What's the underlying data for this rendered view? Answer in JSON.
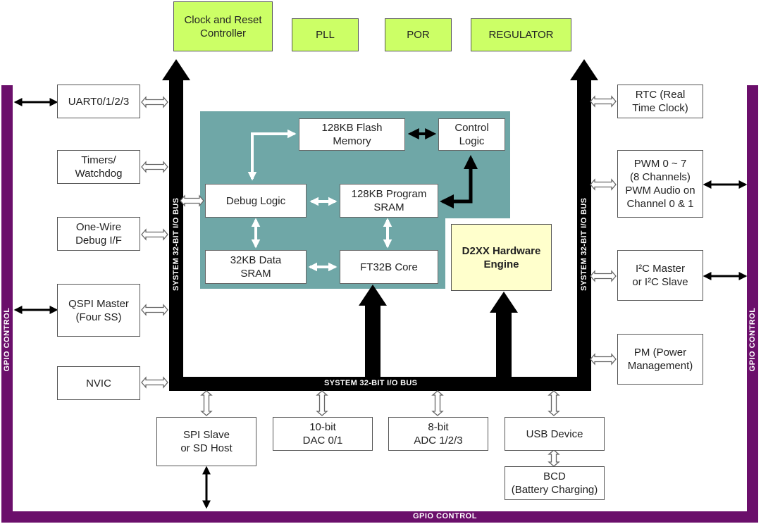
{
  "colors": {
    "gpio": "#6b0f6b",
    "core_panel": "#6fa7a7",
    "bus": "#000000",
    "green_block": "#ccff66",
    "engine_block": "#ffffcc"
  },
  "top_blocks": {
    "clock": "Clock and Reset\nController",
    "pll": "PLL",
    "por": "POR",
    "regulator": "REGULATOR"
  },
  "left_blocks": {
    "uart": "UART0/1/2/3",
    "timers": "Timers/\nWatchdog",
    "onewire": "One-Wire\nDebug I/F",
    "qspi": "QSPI Master\n(Four SS)",
    "nvic": "NVIC"
  },
  "right_blocks": {
    "rtc": "RTC (Real\nTime Clock)",
    "pwm": "PWM 0 ~ 7\n(8 Channels)\nPWM Audio on\nChannel 0 & 1",
    "i2c": "I²C Master\nor I²C Slave",
    "pm": "PM (Power\nManagement)"
  },
  "core_blocks": {
    "flash": "128KB Flash\nMemory",
    "control": "Control\nLogic",
    "debug": "Debug Logic",
    "program_sram": "128KB Program\nSRAM",
    "data_sram": "32KB Data\nSRAM",
    "ft32b": "FT32B Core",
    "d2xx": "D2XX Hardware\nEngine"
  },
  "bottom_blocks": {
    "spi": "SPI Slave\nor SD Host",
    "dac": "10-bit\nDAC 0/1",
    "adc": "8-bit\nADC 1/2/3",
    "usb": "USB Device",
    "bcd": "BCD\n(Battery Charging)"
  },
  "labels": {
    "bus_horizontal": "SYSTEM 32-BIT I/O BUS",
    "bus_left": "SYSTEM 32-BIT I/O BUS",
    "bus_right": "SYSTEM 32-BIT I/O BUS",
    "gpio_left": "GPIO CONTROL",
    "gpio_right": "GPIO CONTROL",
    "gpio_bottom": "GPIO CONTROL"
  }
}
